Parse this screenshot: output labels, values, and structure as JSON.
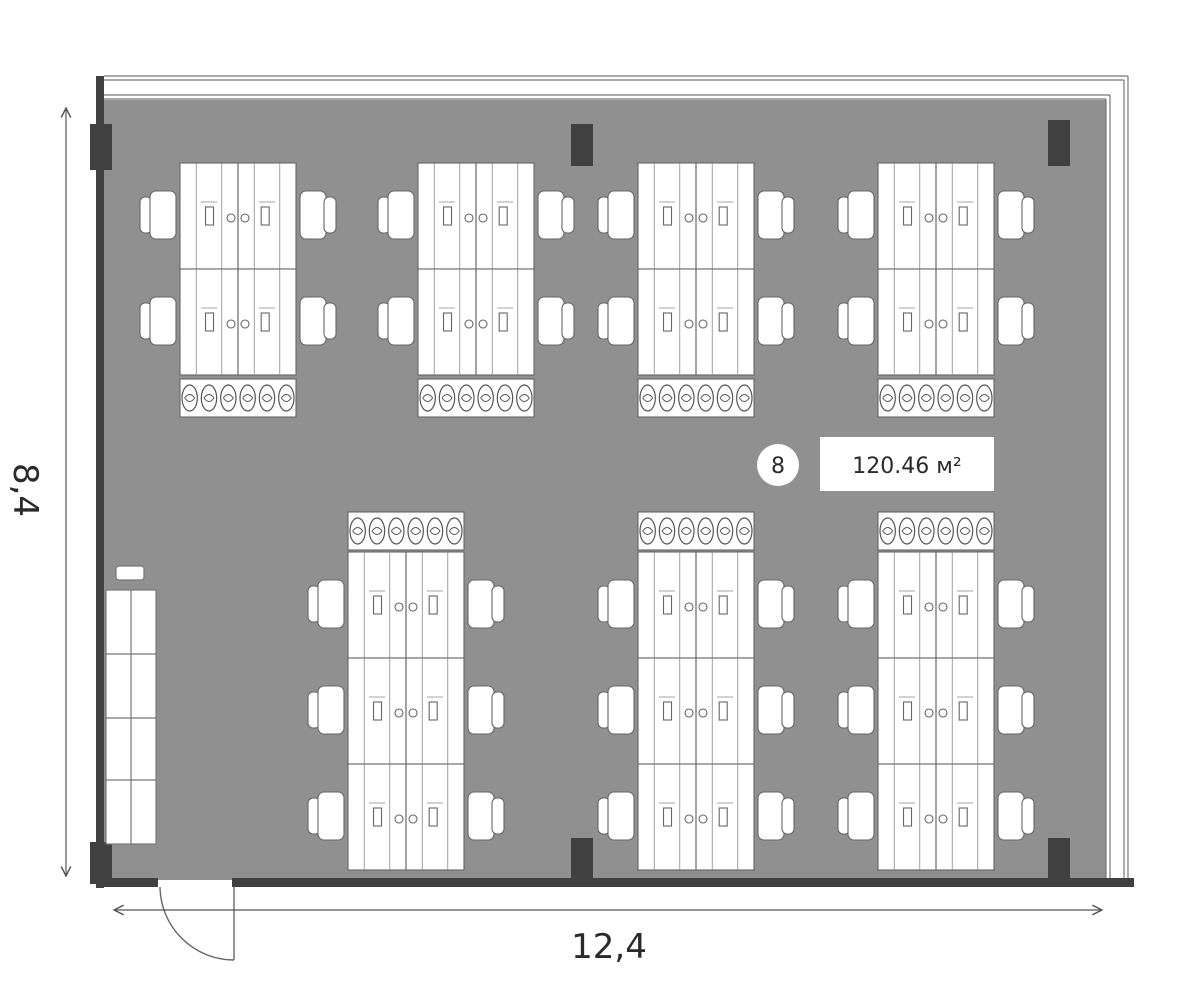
{
  "room": {
    "number": "8",
    "area": "120.46 м²"
  },
  "dimensions": {
    "width": "12,4",
    "height": "8,4"
  },
  "colors": {
    "floor": "#909090",
    "wall": "#404040",
    "furniture": "#ffffff",
    "line": "#555555"
  },
  "icons": {
    "column": "column-icon",
    "workstation": "workstation-icon",
    "chair": "chair-icon",
    "planter": "planter-icon",
    "door": "door-icon",
    "cabinet": "cabinet-icon",
    "dimension_arrow": "dimension-arrow-icon"
  }
}
